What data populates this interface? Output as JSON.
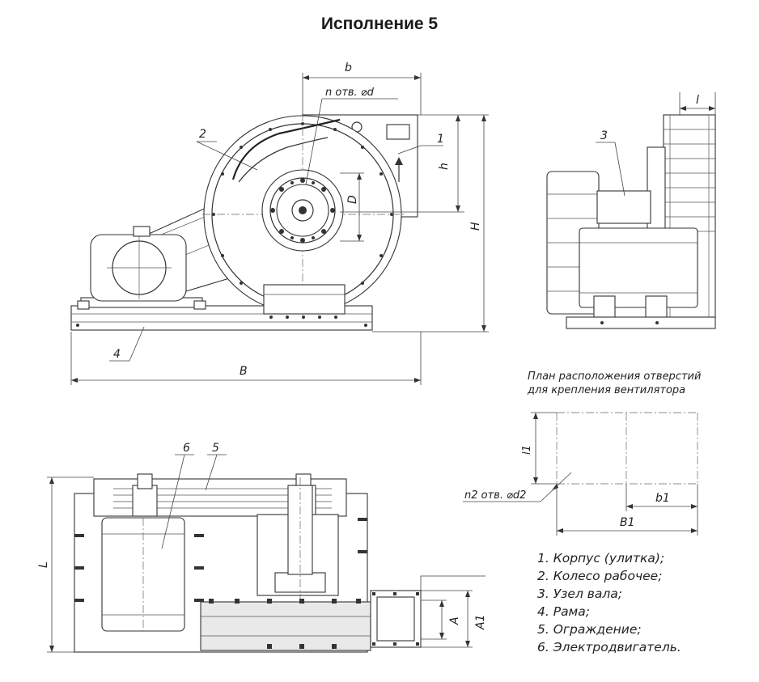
{
  "title": "Исполнение 5",
  "dimensions": {
    "b": "b",
    "n_holes": "n отв. ⌀d",
    "h": "h",
    "H": "H",
    "D": "D",
    "B": "B",
    "l": "l",
    "L": "L",
    "A": "A",
    "A1": "A1",
    "l1": "l1",
    "b1": "b1",
    "B1": "B1",
    "n2_holes": "n2 отв. ⌀d2"
  },
  "callouts": [
    "1",
    "2",
    "3",
    "4",
    "5",
    "6"
  ],
  "plan_caption": [
    "План расположения отверстий",
    "для крепления вентилятора"
  ],
  "legend": [
    "1. Корпус (улитка);",
    "2. Колесо рабочее;",
    "3. Узел вала;",
    "4. Рама;",
    "5. Ограждение;",
    "6. Электродвигатель."
  ]
}
